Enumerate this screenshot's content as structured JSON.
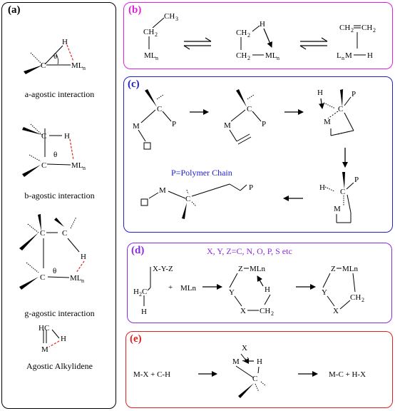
{
  "panel_a": {
    "label": "(a)",
    "captions": [
      "a-agostic interaction",
      "b-agostic interaction",
      "g-agostic interaction",
      "Agostic Alkylidene"
    ]
  },
  "panel_b": {
    "label": "(b)"
  },
  "panel_c": {
    "label": "(c)",
    "note": "P=Polymer Chain"
  },
  "panel_d": {
    "label": "(d)",
    "note": "X, Y, Z=C,  N, O, P, S etc"
  },
  "panel_e": {
    "label": "(e)"
  },
  "colors": {
    "panel_a_border": "#000000",
    "panel_b_border": "#e020e0",
    "panel_c_border": "#2020d0",
    "panel_d_border": "#8a2be2",
    "panel_e_border": "#e02020",
    "agostic_bond": "#e02020",
    "panel_b_label": "#e020e0",
    "panel_c_label": "#2020d0",
    "panel_d_label": "#8a2be2",
    "panel_e_label": "#e02020",
    "panel_c_note": "#2020d0",
    "panel_d_note": "#8a2be2"
  }
}
